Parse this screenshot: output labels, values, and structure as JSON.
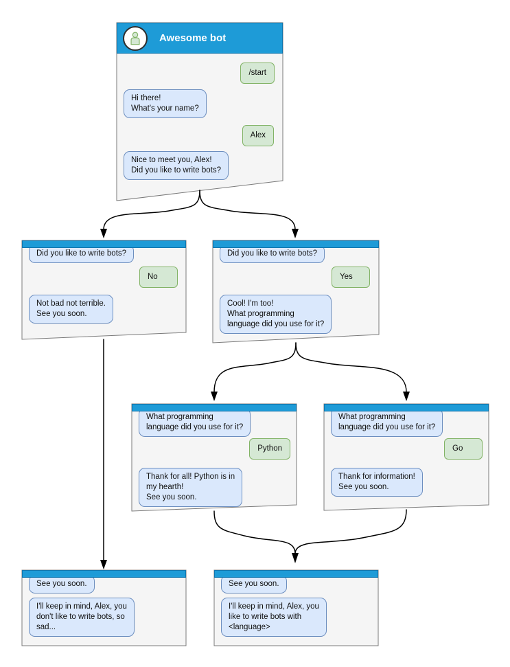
{
  "colors": {
    "header_blue": "#1e9bd7",
    "bot_bubble_fill": "#dae8fc",
    "bot_bubble_border": "#6c8ebf",
    "user_bubble_fill": "#d5e8d4",
    "user_bubble_border": "#82b366",
    "node_fill": "#f5f5f5",
    "node_border": "#7a7a7a",
    "connector": "#000000"
  },
  "nodes": [
    {
      "id": "awesome-bot",
      "title": "Awesome bot",
      "avatar_icon": "person-icon",
      "messages": [
        {
          "from": "user",
          "text": "/start"
        },
        {
          "from": "bot",
          "text": "Hi there!\nWhat's your name?"
        },
        {
          "from": "user",
          "text": "Alex"
        },
        {
          "from": "bot",
          "text": "Nice to meet you, Alex!\nDid you like to write bots?"
        }
      ]
    },
    {
      "id": "ask-bots-no",
      "messages": [
        {
          "from": "bot",
          "text": "Did you like to write bots?"
        },
        {
          "from": "user",
          "text": "No"
        },
        {
          "from": "bot",
          "text": "Not bad not terrible.\nSee you soon."
        }
      ]
    },
    {
      "id": "ask-bots-yes",
      "messages": [
        {
          "from": "bot",
          "text": "Did you like to write bots?"
        },
        {
          "from": "user",
          "text": "Yes"
        },
        {
          "from": "bot",
          "text": "Cool! I'm too!\nWhat programming\nlanguage did you use for it?"
        }
      ]
    },
    {
      "id": "ask-language-python",
      "messages": [
        {
          "from": "bot",
          "text": "What programming\nlanguage did you use for it?"
        },
        {
          "from": "user",
          "text": "Python"
        },
        {
          "from": "bot",
          "text": "Thank for all! Python is in\nmy hearth!\nSee you soon."
        }
      ]
    },
    {
      "id": "ask-language-go",
      "messages": [
        {
          "from": "bot",
          "text": "What programming\nlanguage did you use for it?"
        },
        {
          "from": "user",
          "text": "Go"
        },
        {
          "from": "bot",
          "text": "Thank for information!\nSee you soon."
        }
      ]
    },
    {
      "id": "farewell-no",
      "messages": [
        {
          "from": "bot",
          "text": "See you soon."
        },
        {
          "from": "bot",
          "text": "I'll keep in mind, Alex, you\ndon't like to write bots, so\nsad..."
        }
      ]
    },
    {
      "id": "farewell-yes",
      "messages": [
        {
          "from": "bot",
          "text": "See you soon."
        },
        {
          "from": "bot",
          "text": "I'll keep in mind, Alex, you\nlike to write bots with\n<language>"
        }
      ]
    }
  ],
  "edges": [
    {
      "from": "awesome-bot",
      "to": "ask-bots-no"
    },
    {
      "from": "awesome-bot",
      "to": "ask-bots-yes"
    },
    {
      "from": "ask-bots-yes",
      "to": "ask-language-python"
    },
    {
      "from": "ask-bots-yes",
      "to": "ask-language-go"
    },
    {
      "from": "ask-bots-no",
      "to": "farewell-no"
    },
    {
      "from": "ask-language-python",
      "to": "farewell-yes"
    },
    {
      "from": "ask-language-go",
      "to": "farewell-yes"
    }
  ]
}
